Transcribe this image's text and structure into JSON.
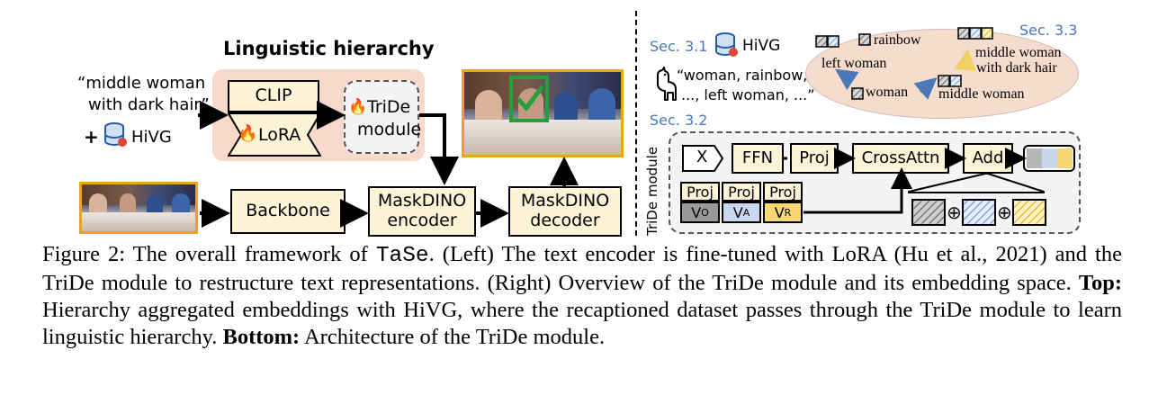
{
  "left": {
    "title": "Linguistic hierarchy",
    "query_text_line1": "“middle woman",
    "query_text_line2": "with dark hair”",
    "plus": "+",
    "hivg_label": "HiVG",
    "clip_label": "CLIP",
    "lora_label": "LoRA",
    "tride_line1": "TriDe",
    "tride_line2": "module",
    "backbone_label": "Backbone",
    "encoder_line1": "MaskDINO",
    "encoder_line2": "encoder",
    "decoder_line1": "MaskDINO",
    "decoder_line2": "decoder"
  },
  "right": {
    "sec31": "Sec. 3.1",
    "sec32": "Sec. 3.2",
    "sec33": "Sec. 3.3",
    "hivg_label": "HiVG",
    "recaption_line1": "“woman, rainbow,",
    "recaption_line2": "..., left woman, ...”",
    "embed_rainbow": "rainbow",
    "embed_left_woman": "left woman",
    "embed_woman": "woman",
    "embed_middle_woman": "middle woman",
    "embed_mwdh_line1": "middle woman",
    "embed_mwdh_line2": "with dark hair",
    "module_side_label": "TriDe module",
    "x_label": "X",
    "ffn_label": "FFN",
    "proj_label": "Proj",
    "crossattn_label": "CrossAttn",
    "add_label": "Add",
    "proj_o": "Proj",
    "proj_a": "Proj",
    "proj_r": "Proj",
    "v_o": "V",
    "v_o_sub": "O",
    "v_a": "V",
    "v_a_sub": "A",
    "v_r": "V",
    "v_r_sub": "R",
    "oplus": "⊕"
  },
  "caption": {
    "fig": "Figure 2:",
    "s1a": " The overall framework of ",
    "tase": "TaSe",
    "s1b": ". (Left) The text encoder is fine-tuned with LoRA (Hu et al., 2021) and the TriDe module to restructure text representations. (Right) Overview of the TriDe module and its embedding space. ",
    "top": "Top:",
    "s2": " Hierarchy aggregated embeddings with HiVG, where the recaptioned dataset passes through the TriDe module to learn linguistic hierarchy. ",
    "bottom": "Bottom:",
    "s3": " Architecture of the TriDe module."
  },
  "colors": {
    "box_fill": "#fdf3d6",
    "pink_region": "#f8d9cc",
    "blue_accent": "#4a78b8",
    "photo_border": "#e9a31c",
    "check_green": "#23a03b",
    "ellipse_fill": "#f6dccd",
    "vo_fill": "#9a9a9a",
    "va_fill": "#c9d8ef",
    "vr_fill": "#f7d774"
  }
}
